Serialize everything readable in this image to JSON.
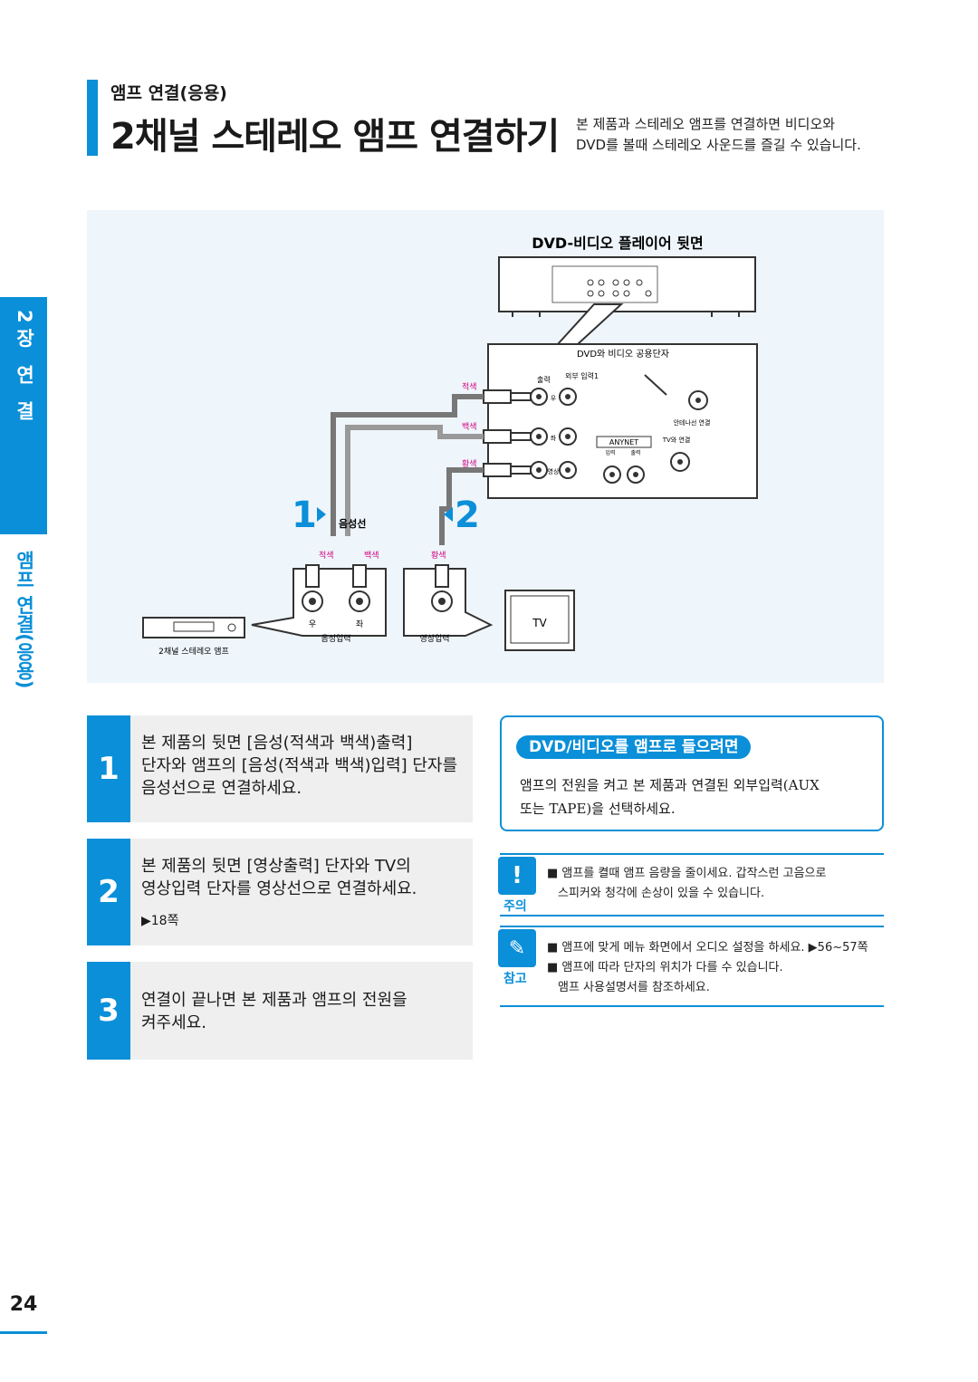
{
  "header": {
    "subtitle": "앰프 연결(응용)",
    "title": "2채널 스테레오 앰프 연결하기",
    "description_line1": "본 제품과 스테레오 앰프를 연결하면 비디오와",
    "description_line2": "DVD를 볼때 스테레오 사운드를 즐길 수 있습니다."
  },
  "side_tab": {
    "chapter": "2장 연 결",
    "section": "앰프 연결(응용)"
  },
  "diagram": {
    "player_label": "DVD-비디오 플레이어 뒷면",
    "panel_label": "DVD와 비디오 공용단자",
    "panel_out": "출력",
    "panel_ext_in": "외부 입력1",
    "panel_r": "우",
    "panel_l": "좌",
    "panel_video": "영상",
    "anynet": "ANYNET",
    "anynet_in": "입력",
    "anynet_out": "출력",
    "antenna": "안테나선 연결",
    "tv_conn": "TV와 연결",
    "cable_red": "적색",
    "cable_white": "백색",
    "cable_yellow": "황색",
    "step1": "1",
    "step2": "2",
    "audio_cable": "음성선",
    "amp_r": "우",
    "amp_l": "좌",
    "audio_in": "음성입력",
    "video_in": "영상입력",
    "amp_label": "2채널 스테레오 앰프",
    "tv_label": "TV"
  },
  "steps": [
    {
      "num": "1",
      "lines": [
        "본 제품의 뒷면 [음성(적색과 백색)출력]",
        "단자와 앰프의 [음성(적색과 백색)입력] 단자를",
        "음성선으로 연결하세요."
      ]
    },
    {
      "num": "2",
      "lines": [
        "본 제품의 뒷면 [영상출력] 단자와 TV의",
        "영상입력 단자를 영상선으로 연결하세요."
      ],
      "ref": "▶18쪽"
    },
    {
      "num": "3",
      "lines": [
        "연결이 끝나면 본 제품과 앰프의 전원을",
        "켜주세요."
      ]
    }
  ],
  "tip": {
    "title": "DVD/비디오를 앰프로 들으려면",
    "line1": "앰프의 전원을 켜고 본 제품과 연결된 외부입력(AUX",
    "line2": "또는 TAPE)을 선택하세요."
  },
  "caution": {
    "label": "주의",
    "line1": "■ 앰프를 켤때 앰프 음량을 줄이세요. 갑작스런 고음으로",
    "line2": "스피커와 청각에 손상이 있을 수 있습니다."
  },
  "reference": {
    "label": "참고",
    "line1": "■ 앰프에 맞게 메뉴 화면에서 오디오 설정을 하세요. ▶56~57쪽",
    "line2": "■ 앰프에 따라 단자의 위치가 다를 수 있습니다.",
    "line3": "앰프 사용설명서를 참조하세요."
  },
  "page_number": "24"
}
